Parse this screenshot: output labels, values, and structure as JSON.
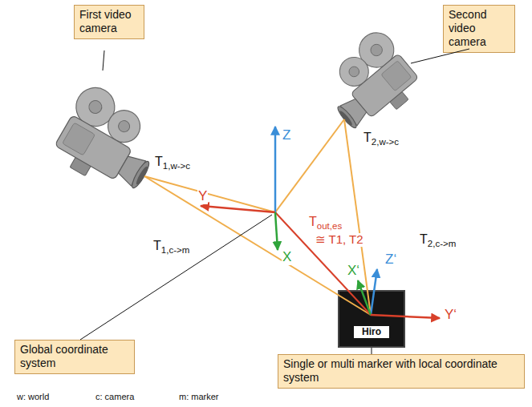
{
  "diagram": {
    "nodes": [
      {
        "text": [
          "First video camera"
        ]
      },
      {
        "text": [
          "Second video camera"
        ]
      },
      {
        "text": [
          "Hiro"
        ]
      },
      {
        "text": [
          "Global coordinate system"
        ]
      },
      {
        "text": [
          "Single or multi marker with local coordinate system"
        ]
      }
    ],
    "edges": [
      {
        "from": 4,
        "to": 2,
        "arrow": "none"
      }
    ],
    "labels": [
      "Z",
      "Y",
      "X",
      "T1,w->c",
      "T2,w->c",
      "T1,c->m",
      "T2,c->m",
      "Tout,es",
      "≅ T1, T2",
      "Z‘",
      "X‘",
      "Y‘",
      "w: world",
      "c: camera",
      "m: marker"
    ]
  }
}
